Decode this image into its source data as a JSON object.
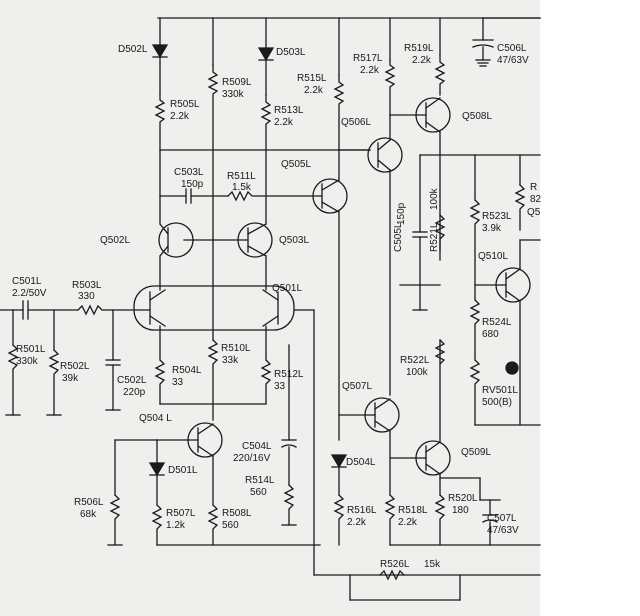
{
  "components": {
    "D502L": "D502L",
    "D503L": "D503L",
    "R505L": "R505L",
    "R505L_val": "2.2k",
    "R509L": "R509L",
    "R509L_val": "330k",
    "R513L": "R513L",
    "R513L_val": "2.2k",
    "R515L": "R515L",
    "R515L_val": "2.2k",
    "R517L": "R517L",
    "R517L_val": "2.2k",
    "R519L": "R519L",
    "R519L_val": "2.2k",
    "C506L": "C506L",
    "C506L_val": "47/63V",
    "Q506L": "Q506L",
    "Q508L": "Q508L",
    "C503L": "C503L",
    "C503L_val": "150p",
    "R511L": "R511L",
    "R511L_val": "1.5k",
    "Q505L": "Q505L",
    "Q502L": "Q502L",
    "Q503L": "Q503L",
    "C505L": "C505L",
    "C505L_val": "150p",
    "R521L": "R521L",
    "R521L_val": "100k",
    "R523L": "R523L",
    "R523L_val": "3.9k",
    "Q510L": "Q510L",
    "R524L": "R524L",
    "R524L_val": "680",
    "C501L": "C501L",
    "C501L_val": "2.2/50V",
    "R503L": "R503L",
    "R503L_val": "330",
    "Q501L": "Q501L",
    "R501L": "R501L",
    "R501L_val": "330k",
    "R502L": "R502L",
    "R502L_val": "39k",
    "C502L": "C502L",
    "C502L_val": "220p",
    "R504L": "R504L",
    "R504L_val": "33",
    "R510L": "R510L",
    "R510L_val": "33k",
    "R512L": "R512L",
    "R512L_val": "33",
    "R522L": "R522L",
    "R522L_val": "100k",
    "RV501L": "RV501L",
    "RV501L_val": "500(B)",
    "Q504L": "Q504 L",
    "D501L": "D501L",
    "C504L": "C504L",
    "C504L_val": "220/16V",
    "R514L": "R514L",
    "R514L_val": "560",
    "Q507L": "Q507L",
    "D504L": "D504L",
    "Q509L": "Q509L",
    "R506L": "R506L",
    "R506L_val": "68k",
    "R507L": "R507L",
    "R507L_val": "1.2k",
    "R508L": "R508L",
    "R508L_val": "560",
    "R516L": "R516L",
    "R516L_val": "2.2k",
    "R518L": "R518L",
    "R518L_val": "2.2k",
    "R520L": "R520L",
    "R520L_val": "180",
    "C507L": "C507L",
    "C507L_val": "47/63V",
    "R526L": "R526L",
    "R526L_val": "15k",
    "cut_R": "R",
    "cut_82": "82",
    "cut_Q": "Q5"
  },
  "colors": {
    "ink": "#1a1a1a",
    "paper": "#efefed",
    "margin": "#ffffff"
  }
}
